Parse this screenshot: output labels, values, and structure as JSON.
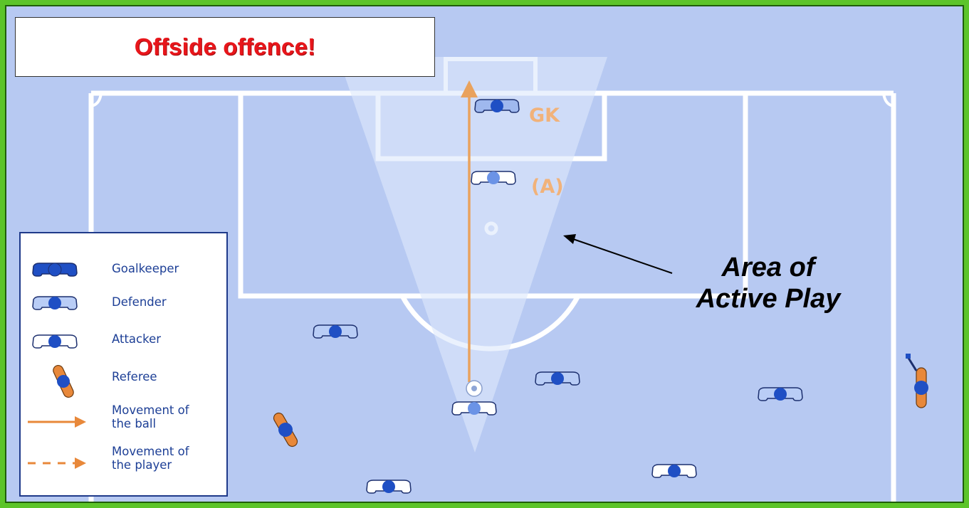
{
  "title": "Offside offence!",
  "annotations": {
    "goalkeeper_tag": "GK",
    "attacker_tag": "(A)",
    "active_play_label_line1": "Area of",
    "active_play_label_line2": "Active Play"
  },
  "legend": {
    "items": [
      {
        "icon": "goalkeeper-icon",
        "label": "Goalkeeper"
      },
      {
        "icon": "defender-icon",
        "label": "Defender"
      },
      {
        "icon": "attacker-icon",
        "label": "Attacker"
      },
      {
        "icon": "referee-icon",
        "label": "Referee"
      },
      {
        "icon": "ball-movement-arrow-icon",
        "label_line1": "Movement of",
        "label_line2": "the ball"
      },
      {
        "icon": "player-movement-arrow-icon",
        "label_line1": "Movement of",
        "label_line2": "the player"
      }
    ]
  },
  "colors": {
    "frame": "#5cc42a",
    "pitch": "#b7c9f2",
    "lines": "#ffffff",
    "title_text": "#e8161b",
    "player_blue": "#1f4fc4",
    "attacker_blue": "#6b93e6",
    "referee_orange": "#e8883a",
    "ball_arrow": "#e9a25d",
    "cone": "#dde8fb"
  }
}
